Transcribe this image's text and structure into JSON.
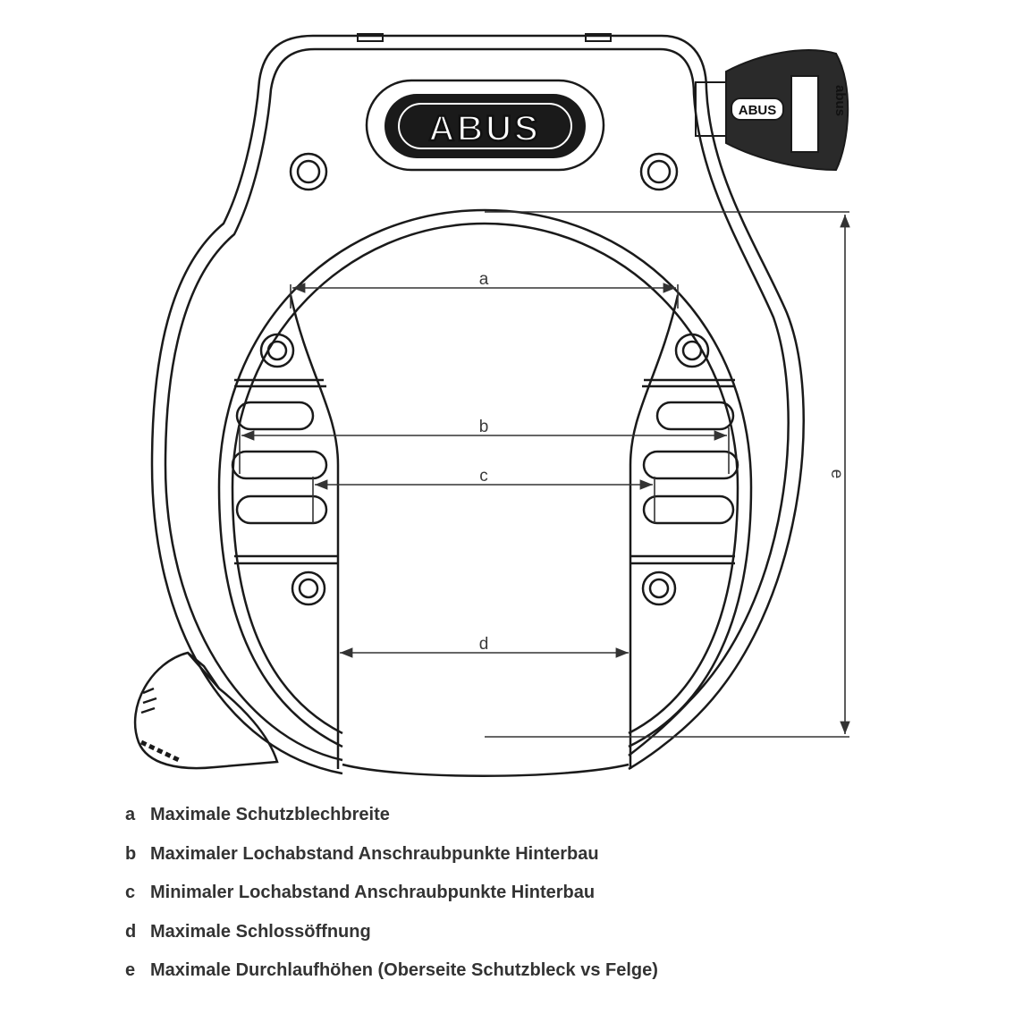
{
  "logo": {
    "brand": "ABUS",
    "key_brand": "abus"
  },
  "dimension_labels": {
    "a": "a",
    "b": "b",
    "c": "c",
    "d": "d",
    "e": "e"
  },
  "legend": [
    {
      "letter": "a",
      "text": "Maximale Schutzblechbreite"
    },
    {
      "letter": "b",
      "text": "Maximaler Lochabstand Anschraubpunkte Hinterbau"
    },
    {
      "letter": "c",
      "text": "Minimaler Lochabstand Anschraubpunkte Hinterbau"
    },
    {
      "letter": "d",
      "text": "Maximale Schlossöffnung"
    },
    {
      "letter": "e",
      "text": "Maximale Durchlaufhöhen (Oberseite Schutzbleck vs Felge)"
    }
  ],
  "colors": {
    "line": "#1a1a1a",
    "dimension": "#333333",
    "text": "#333333"
  }
}
